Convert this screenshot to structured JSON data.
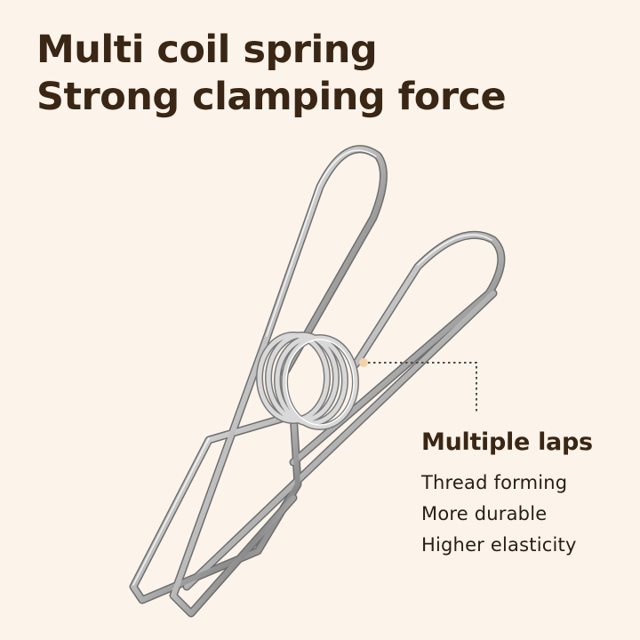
{
  "headline": {
    "line1": "Multi coil spring",
    "line2": "Strong clamping force"
  },
  "callout": {
    "title": "Multiple laps",
    "items": [
      "Thread forming",
      "More durable",
      "Higher elasticity"
    ],
    "marker_color": "#f4d3aa",
    "leader_color": "#4a4a4a"
  },
  "colors": {
    "background": "#fcf3ea",
    "text_dark": "#3a2614",
    "metal_light": "#e6e6e6",
    "metal_dark": "#5a5a5a"
  },
  "product": {
    "icon": "stainless-wire-clothespin-illustration"
  }
}
